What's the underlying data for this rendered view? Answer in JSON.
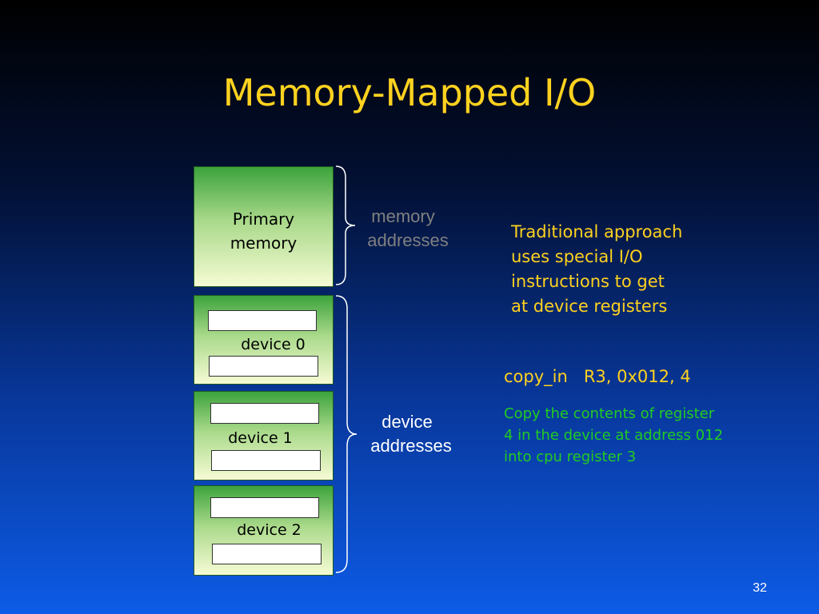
{
  "slide": {
    "title": "Memory-Mapped I/O",
    "page_number": "32"
  },
  "diagram": {
    "primary_memory": {
      "line1": "Primary",
      "line2": "memory"
    },
    "devices": [
      {
        "label": "device 0"
      },
      {
        "label": "device 1"
      },
      {
        "label": "device 2"
      }
    ],
    "memory_addresses": {
      "line1": "memory",
      "line2": "addresses"
    },
    "device_addresses": {
      "line1": "device",
      "line2": "addresses"
    }
  },
  "notes": {
    "traditional": [
      "Traditional approach",
      "uses special I/O",
      "instructions to get",
      "at device registers"
    ],
    "instruction": "copy_in   R3, 0x012, 4",
    "explanation": [
      "Copy the contents of register",
      "4 in the device at address 012",
      "into cpu register 3"
    ]
  },
  "colors": {
    "title": "#ffd21f",
    "accent_green": "#22cc22",
    "block_green": "#3ca33c"
  }
}
